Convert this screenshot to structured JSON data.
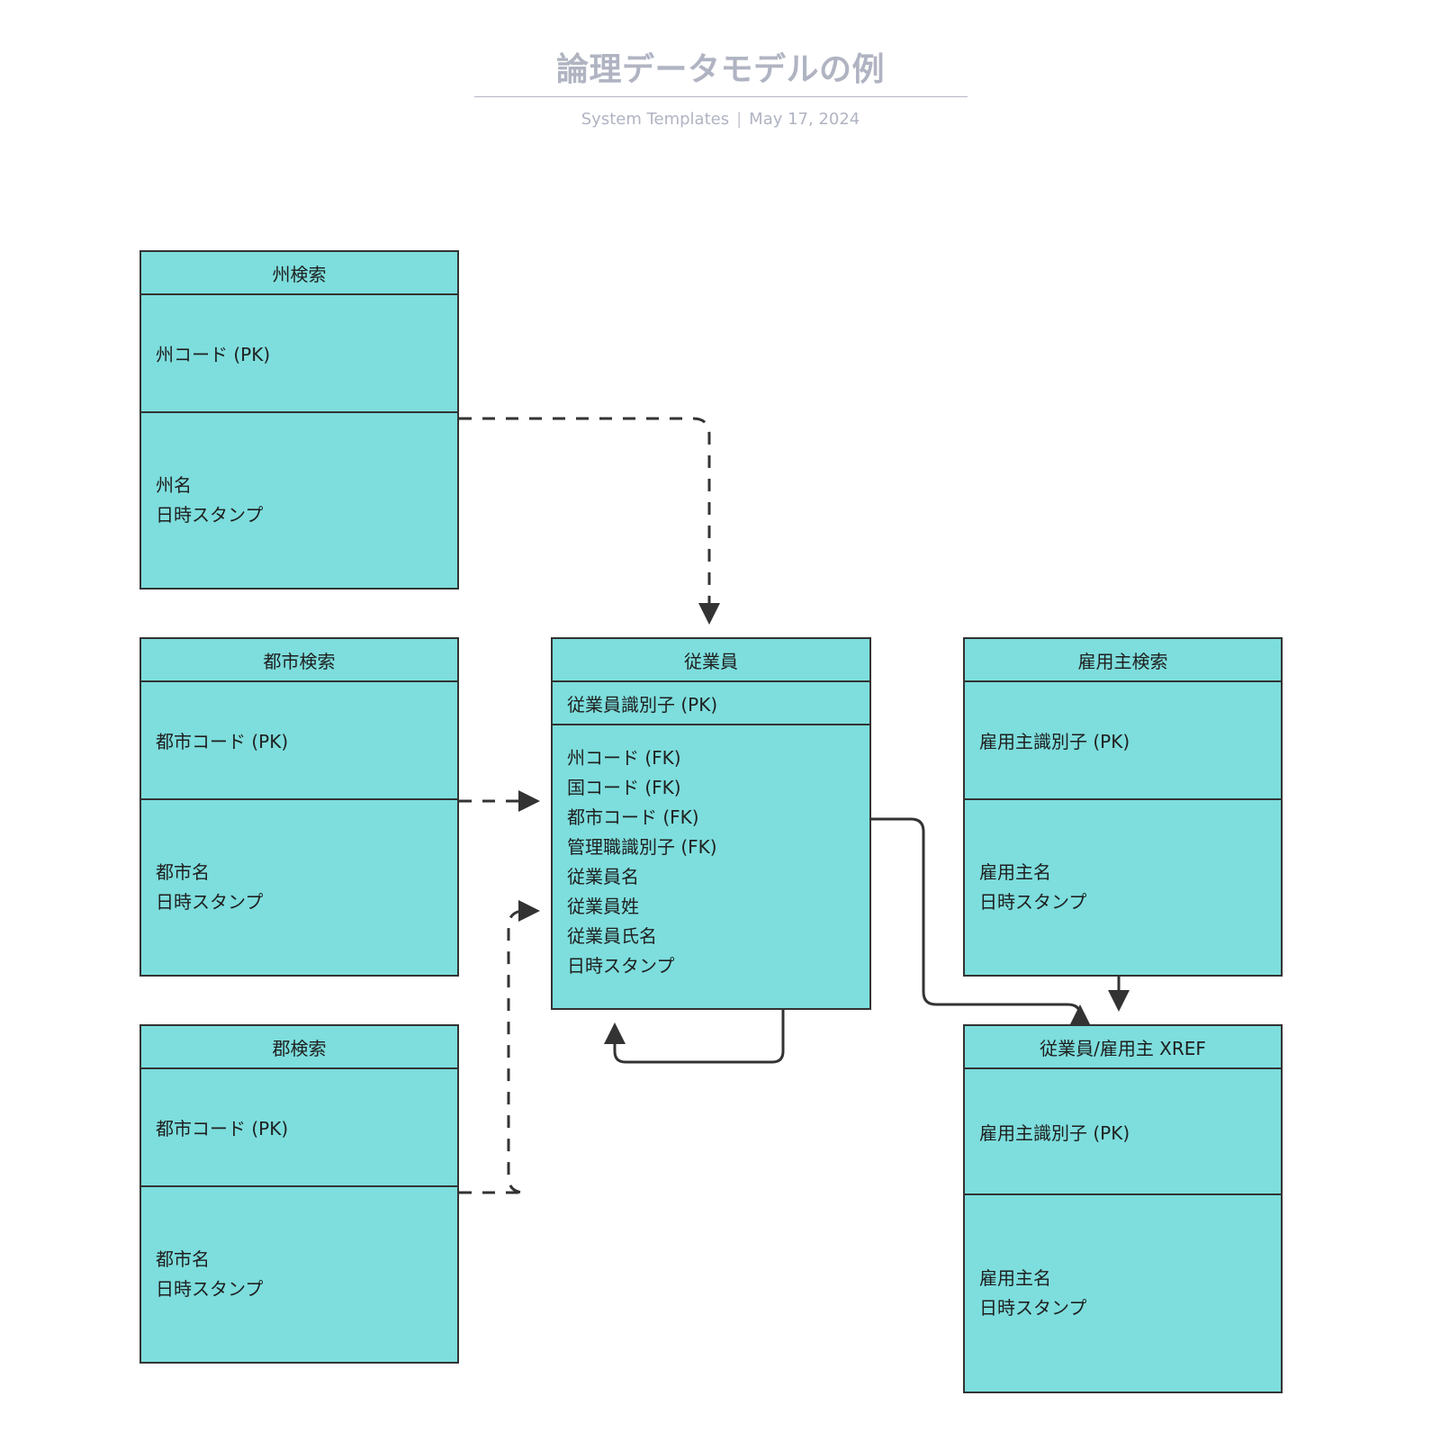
{
  "header": {
    "title": "論理データモデルの例",
    "subtitle_left": "System Templates",
    "subtitle_sep": "|",
    "subtitle_right": "May 17, 2024"
  },
  "theme": {
    "entity_fill": "#7ddedd",
    "entity_border": "#333333",
    "title_color": "#b0b4c2",
    "text_color": "#1f1f1f",
    "page_background": "#ffffff"
  },
  "entities": [
    {
      "id": "state-lookup",
      "name": "州検索",
      "pk": "州コード (PK)",
      "attributes": [
        "州名",
        "日時スタンプ"
      ]
    },
    {
      "id": "city-lookup",
      "name": "都市検索",
      "pk": "都市コード (PK)",
      "attributes": [
        "都市名",
        "日時スタンプ"
      ]
    },
    {
      "id": "county-lookup",
      "name": "郡検索",
      "pk": "都市コード (PK)",
      "attributes": [
        "都市名",
        "日時スタンプ"
      ]
    },
    {
      "id": "employee",
      "name": "従業員",
      "pk": "従業員識別子 (PK)",
      "attributes": [
        "州コード (FK)",
        "国コード (FK)",
        "都市コード (FK)",
        "管理職識別子 (FK)",
        "従業員名",
        "従業員姓",
        "従業員氏名",
        "日時スタンプ"
      ]
    },
    {
      "id": "employer-lookup",
      "name": "雇用主検索",
      "pk": "雇用主識別子 (PK)",
      "attributes": [
        "雇用主名",
        "日時スタンプ"
      ]
    },
    {
      "id": "employee-employer-xref",
      "name": "従業員/雇用主 XREF",
      "pk": "雇用主識別子 (PK)",
      "attributes": [
        "雇用主名",
        "日時スタンプ"
      ]
    }
  ],
  "relationships": [
    {
      "id": "state-to-employee",
      "from": "州検索",
      "to": "従業員",
      "style": "dashed"
    },
    {
      "id": "city-to-employee",
      "from": "都市検索",
      "to": "従業員",
      "style": "dashed"
    },
    {
      "id": "county-to-employee",
      "from": "郡検索",
      "to": "従業員",
      "style": "dashed"
    },
    {
      "id": "employee-self",
      "from": "従業員",
      "to": "従業員",
      "style": "solid"
    },
    {
      "id": "employee-to-xref",
      "from": "従業員",
      "to": "従業員/雇用主 XREF",
      "style": "solid"
    },
    {
      "id": "employer-to-xref",
      "from": "雇用主検索",
      "to": "従業員/雇用主 XREF",
      "style": "solid"
    }
  ]
}
